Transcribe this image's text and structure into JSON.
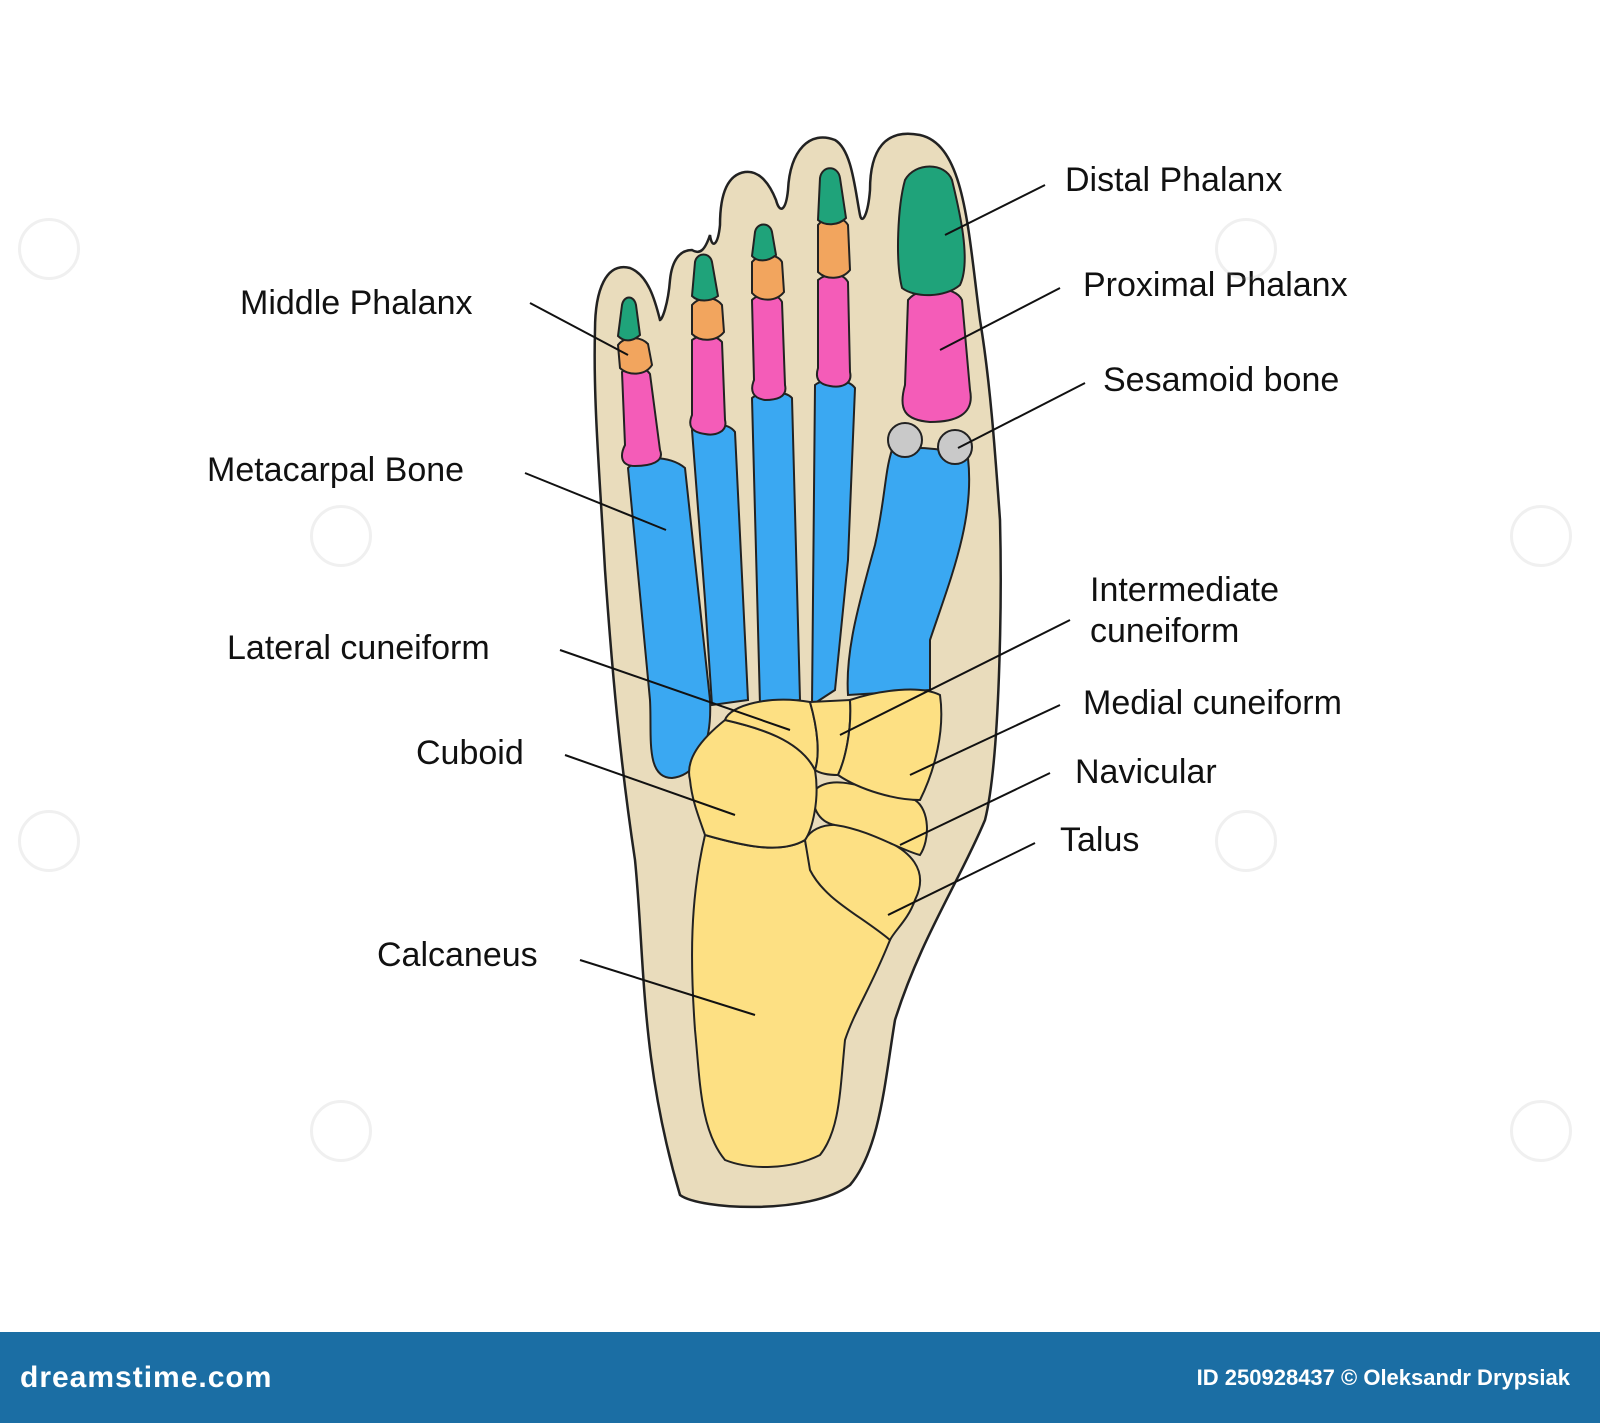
{
  "labels": {
    "distal_phalanx": "Distal Phalanx",
    "proximal_phalanx": "Proximal Phalanx",
    "sesamoid_bone": "Sesamoid bone",
    "middle_phalanx": "Middle Phalanx",
    "metacarpal_bone": "Metacarpal Bone",
    "lateral_cuneiform": "Lateral cuneiform",
    "intermediate_cuneiform": "Intermediate\ncuneiform",
    "medial_cuneiform": "Medial cuneiform",
    "cuboid": "Cuboid",
    "navicular": "Navicular",
    "talus": "Talus",
    "calcaneus": "Calcaneus"
  },
  "footer": {
    "brand": "dreamstime.com",
    "credit": "ID 250928437 © Oleksandr Drypsiak"
  },
  "colors": {
    "skin": "#e9dcbc",
    "distal": "#1fa37a",
    "middle": "#f2a55e",
    "proximal": "#f45cb8",
    "metatarsal": "#3aa8f2",
    "tarsal": "#fde083",
    "sesamoid": "#c9c9c9",
    "footer_bg": "#1b6ea4"
  }
}
